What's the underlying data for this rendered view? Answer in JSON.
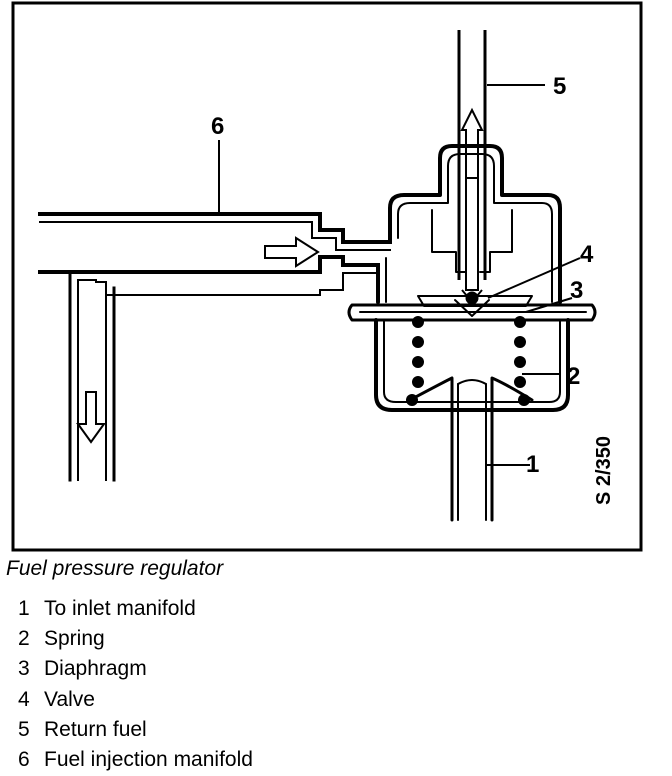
{
  "figure": {
    "code": "S 2/350",
    "callouts": [
      "1",
      "2",
      "3",
      "4",
      "5",
      "6"
    ]
  },
  "caption": "Fuel pressure regulator",
  "legend": [
    {
      "num": "1",
      "label": "To inlet manifold"
    },
    {
      "num": "2",
      "label": "Spring"
    },
    {
      "num": "3",
      "label": "Diaphragm"
    },
    {
      "num": "4",
      "label": "Valve"
    },
    {
      "num": "5",
      "label": "Return fuel"
    },
    {
      "num": "6",
      "label": "Fuel injection manifold"
    }
  ]
}
